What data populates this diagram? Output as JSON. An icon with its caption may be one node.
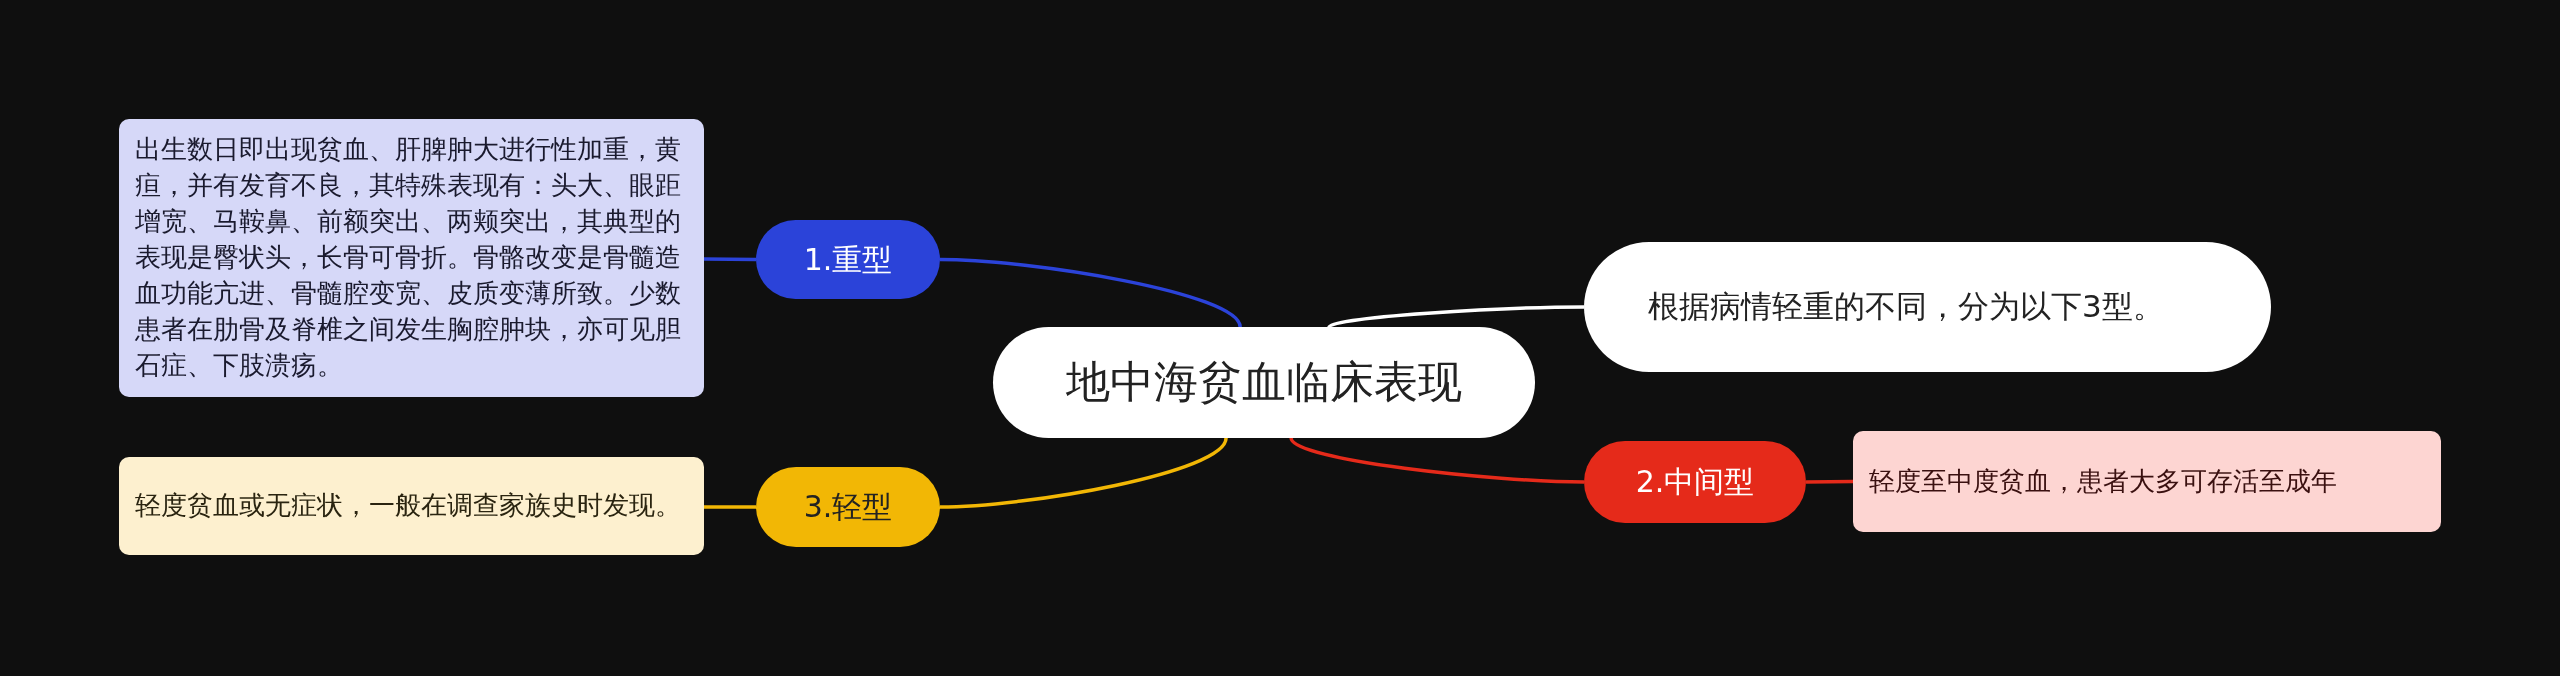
{
  "diagram": {
    "nodes": [
      {
        "text": [
          "地中海贫血临床表现"
        ]
      },
      {
        "text": [
          "1.重型"
        ]
      },
      {
        "text": [
          "出生数日即出现贫血、肝脾肿大进行性加重，黄疸，并有发育不良，其特殊表现有：头大、眼距增宽、马鞍鼻、前额突出、两颊突出，其典型的表现是臀状头，长骨可骨折。骨骼改变是骨髓造血功能亢进、骨髓腔变宽、皮质变薄所致。少数患者在肋骨及脊椎之间发生胸腔肿块，亦可见胆石症、下肢溃疡。"
        ]
      },
      {
        "text": [
          "根据病情轻重的不同，分为以下3型。"
        ]
      },
      {
        "text": [
          "3.轻型"
        ]
      },
      {
        "text": [
          "轻度贫血或无症状，一般在调查家族史时发现。"
        ]
      },
      {
        "text": [
          "2.中间型"
        ]
      },
      {
        "text": [
          "轻度至中度贫血，患者大多可存活至成年"
        ]
      }
    ],
    "edges": [
      {
        "from": 0,
        "to": 1,
        "arrow": "none",
        "color": "#2b43d9"
      },
      {
        "from": 1,
        "to": 2,
        "arrow": "none",
        "color": "#2b43d9"
      },
      {
        "from": 0,
        "to": 3,
        "arrow": "none",
        "color": "#ffffff"
      },
      {
        "from": 0,
        "to": 4,
        "arrow": "none",
        "color": "#f2b705"
      },
      {
        "from": 4,
        "to": 5,
        "arrow": "none",
        "color": "#f2b705"
      },
      {
        "from": 0,
        "to": 6,
        "arrow": "none",
        "color": "#e52a1a"
      },
      {
        "from": 6,
        "to": 7,
        "arrow": "none",
        "color": "#e52a1a"
      }
    ]
  }
}
